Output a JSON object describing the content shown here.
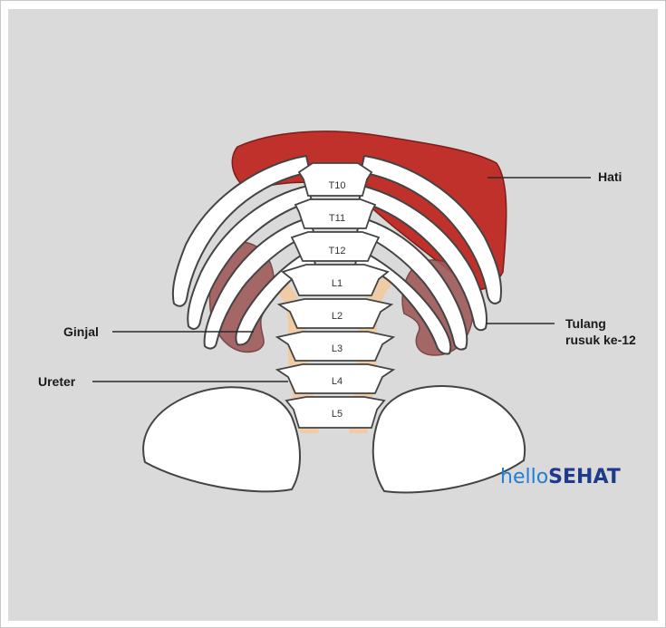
{
  "labels": {
    "hati": "Hati",
    "ginjal": "Ginjal",
    "ureter": "Ureter",
    "tulang_rusuk_line1": "Tulang",
    "tulang_rusuk_line2": "rusuk ke-12"
  },
  "vertebrae": [
    "T10",
    "T11",
    "T12",
    "L1",
    "L2",
    "L3",
    "L4",
    "L5"
  ],
  "logo": {
    "part1": "hello",
    "part2": "SEHAT"
  },
  "colors": {
    "background": "#dadada",
    "liver": "#c0312b",
    "kidney": "#a05a5a",
    "ureter": "#f1c9a0",
    "bone": "#ffffff",
    "brand_blue": "#1e7fd6",
    "brand_navy": "#1f3a8a"
  }
}
